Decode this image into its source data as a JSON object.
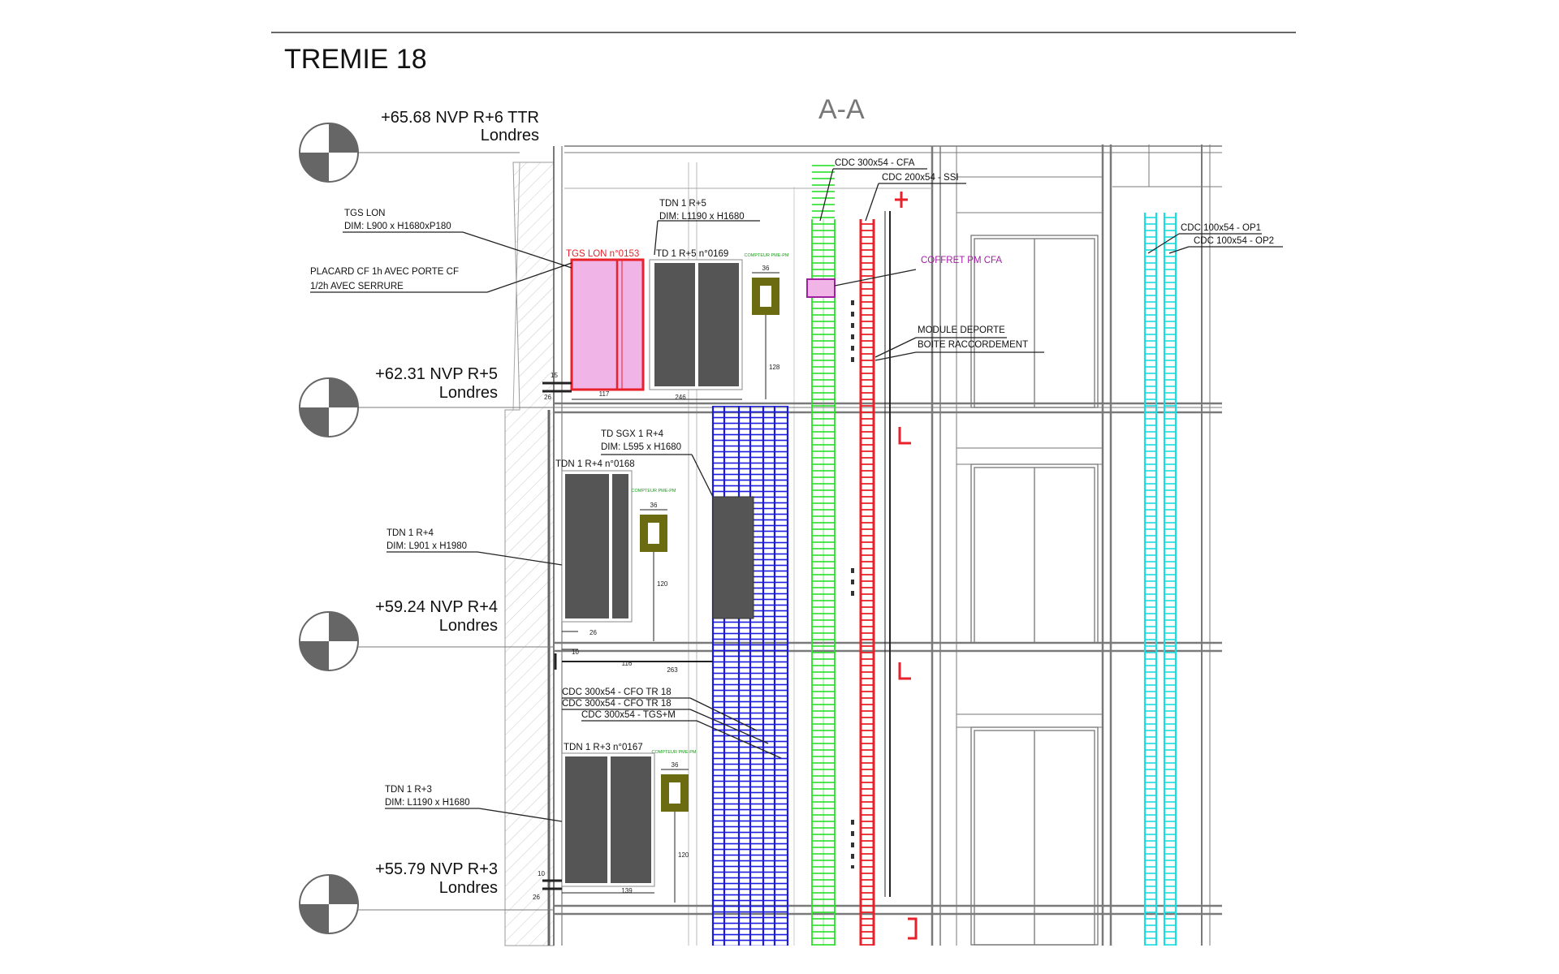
{
  "title": "TREMIE 18",
  "section": "A-A",
  "levels": [
    {
      "elevation": "+65.68 NVP R+6 TTR",
      "building": "Londres"
    },
    {
      "elevation": "+62.31 NVP R+5",
      "building": "Londres"
    },
    {
      "elevation": "+59.24 NVP R+4",
      "building": "Londres"
    },
    {
      "elevation": "+55.79 NVP R+3",
      "building": "Londres"
    }
  ],
  "callouts": {
    "tgs_lon": [
      "TGS LON",
      "DIM: L900 x H1680xP180"
    ],
    "placard": [
      "PLACARD CF 1h AVEC PORTE CF",
      "1/2h AVEC SERRURE"
    ],
    "tdn_r5": [
      "TDN 1 R+5",
      "DIM: L1190 x H1680"
    ],
    "cdc_cfa": "CDC 300x54 - CFA",
    "cdc_ssi": "CDC 200x54 - SSI",
    "cdc_op1": "CDC 100x54 - OP1",
    "cdc_op2": "CDC 100x54 - OP2",
    "coffret": "COFFRET PM CFA",
    "module": [
      "MODULE DEPORTE",
      "BOITE RACCORDEMENT"
    ],
    "td_sgx": [
      "TD SGX 1 R+4",
      "DIM: L595 x H1680"
    ],
    "tdn_r4": [
      "TDN 1 R+4",
      "DIM: L901 x H1980"
    ],
    "tdn_r3": [
      "TDN 1 R+3",
      "DIM: L1190 x H1680"
    ],
    "cdc_cfo": [
      "CDC 300x54 - CFO TR 18",
      "CDC 300x54 - CFO TR 18",
      "CDC 300x54 - TGS+M"
    ]
  },
  "panels": {
    "tgs": "TGS LON n°0153",
    "td_r5": "TD 1 R+5 n°0169",
    "tdn_r4": "TDN 1 R+4 n°0168",
    "tdn_r3": "TDN 1 R+3 n°0167",
    "compteur": "COMPTEUR PME-PM"
  },
  "dims": {
    "d36": "36",
    "d128": "128",
    "d120": "120",
    "d117": "117",
    "d246": "246",
    "d26": "26",
    "d10": "10",
    "d116": "116",
    "d263": "263",
    "d139": "139",
    "d15": "15"
  },
  "colors": {
    "pink_fill": "#f0b4e6",
    "red": "#e8212a",
    "green": "#27e027",
    "blue": "#1a1ae0",
    "cyan": "#19dde0",
    "olive": "#6b6b12",
    "panel_dark": "#555555"
  }
}
